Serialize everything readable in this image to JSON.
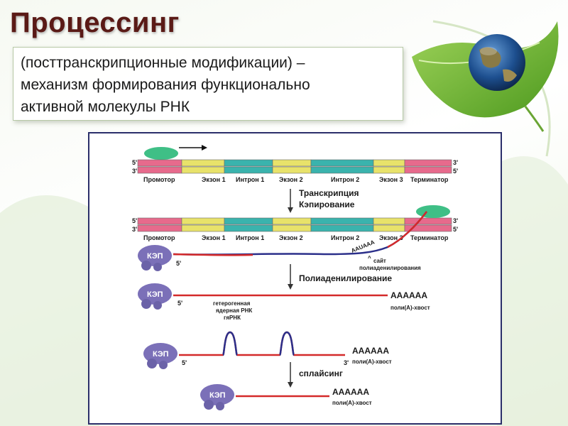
{
  "slide": {
    "title": "Процессинг",
    "subtitle_lines": [
      "(посттранскрипционные модификации) –",
      "механизм формирования функционально",
      "активной молекулы РНК"
    ]
  },
  "diagram": {
    "segments": [
      "Промотор",
      "Экзон 1",
      "Интрон 1",
      "Экзон 2",
      "Интрон 2",
      "Экзон 3",
      "Терминатор"
    ],
    "segment_colors": [
      "#e76a8c",
      "#e8e26a",
      "#3ab3ad",
      "#e8e26a",
      "#3ab3ad",
      "#e8e26a",
      "#e76a8c"
    ],
    "ends": {
      "top_left": "5'",
      "bottom_left": "3'",
      "top_right": "3'",
      "bottom_right": "5'"
    },
    "steps": {
      "step1": [
        "Транскрипция",
        "Кэпирование"
      ],
      "step2": "Полиаденилирование",
      "step3": "сплайсинг"
    },
    "cap_label": "КЭП",
    "five_prime": "5'",
    "three_prime": "3'",
    "aauaaa": "AAUAAA",
    "site_label": [
      "сайт",
      "полиаденилирования"
    ],
    "polya_seq": "AAAAAA",
    "polya_tail": "поли(А)-хвост",
    "hnrna_label": [
      "гетерогенная",
      "ядерная РНК",
      "гяРНК"
    ],
    "colors": {
      "rna_red": "#d42a2a",
      "rna_blue": "#2b2f8a",
      "cap_purple": "#7b70b8",
      "polymerase_green": "#3fbf86",
      "frame_border": "#2b2f6a"
    }
  }
}
